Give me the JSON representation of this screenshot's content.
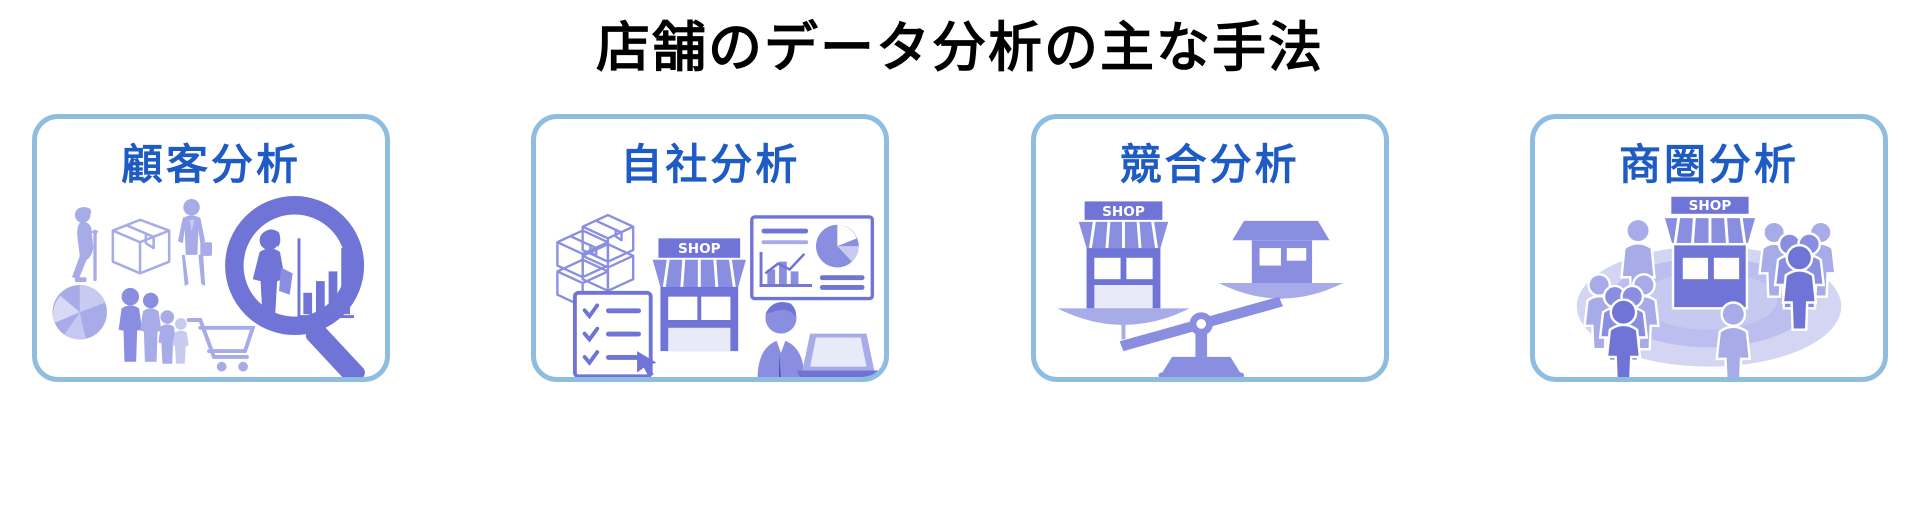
{
  "header": {
    "title": "店舗のデータ分析の主な手法"
  },
  "colors": {
    "title_text": "#000000",
    "card_border": "#8FBDE0",
    "card_title_text": "#1F5BC4",
    "illustration_primary": "#6F74D6",
    "illustration_light": "#A7ABE8",
    "illustration_pale": "#C8CBF0",
    "background": "#FFFFFF"
  },
  "cards": [
    {
      "id": "customer-analysis",
      "title": "顧客分析",
      "icons": [
        "elderly-person-with-cane-icon",
        "cardboard-box-icon",
        "businessman-walking-icon",
        "magnifying-glass-icon",
        "bar-chart-icon",
        "woman-shopper-icon",
        "pie-chart-icon",
        "family-group-icon",
        "shopping-cart-icon"
      ]
    },
    {
      "id": "own-company-analysis",
      "title": "自社分析",
      "icons": [
        "stacked-boxes-inventory-icon",
        "checklist-clipboard-icon",
        "shop-storefront-icon",
        "presentation-board-icon",
        "line-chart-icon",
        "pie-chart-icon",
        "businessman-presenter-icon",
        "laptop-icon"
      ],
      "labels": [
        "SHOP"
      ]
    },
    {
      "id": "competitor-analysis",
      "title": "競合分析",
      "icons": [
        "shop-storefront-icon",
        "rival-store-icon",
        "balance-scale-icon"
      ],
      "labels": [
        "SHOP"
      ]
    },
    {
      "id": "trade-area-analysis",
      "title": "商圏分析",
      "icons": [
        "shop-storefront-icon",
        "people-group-icon",
        "trade-area-ellipse-icon"
      ],
      "labels": [
        "SHOP"
      ]
    }
  ]
}
